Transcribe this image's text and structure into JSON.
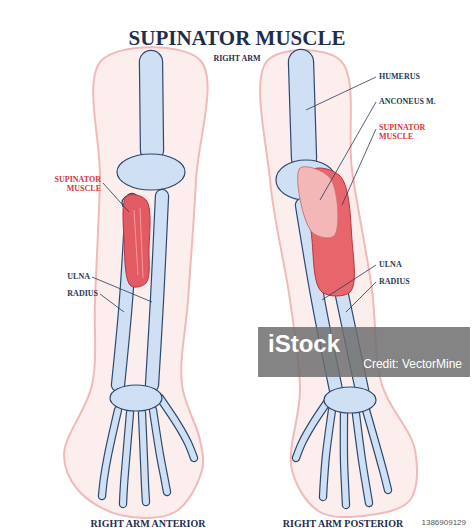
{
  "diagram": {
    "title": "SUPINATOR MUSCLE",
    "labels": [
      "RIGHT ARM",
      "SUPINATOR MUSCLE",
      "ULNA",
      "RADIUS",
      "HUMERUS",
      "ANCONEUS M.",
      "SUPINATOR MUSCLE",
      "ULNA",
      "RADIUS",
      "RIGHT ARM ANTERIOR",
      "RIGHT ARM POSTERIOR",
      "iStock",
      "Credit: VectorMine",
      "1386909129"
    ]
  }
}
